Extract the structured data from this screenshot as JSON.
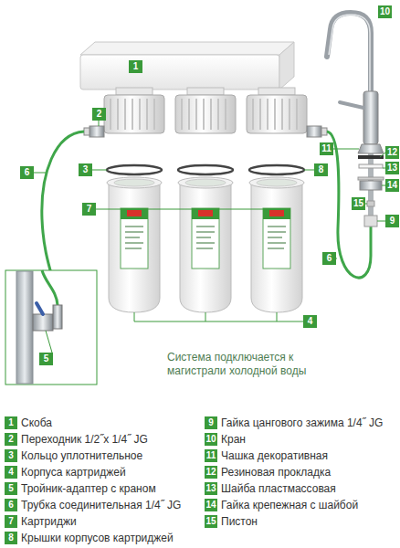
{
  "diagram": {
    "labels": [
      "1",
      "10",
      "2",
      "11",
      "12",
      "13",
      "3",
      "8",
      "6",
      "14",
      "15",
      "7",
      "9",
      "6",
      "4",
      "5",
      "Система подключается к магистрали холодной воды",
      "1",
      "Скоба",
      "2",
      "Переходник 1/2˝x 1/4˝ JG",
      "3",
      "Кольцо уплотнительное",
      "4",
      "Корпуса картриджей",
      "5",
      "Тройник-адаптер с краном",
      "6",
      "Трубка соединительная 1/4˝ JG",
      "7",
      "Картриджи",
      "8",
      "Крышки корпусов картриджей",
      "9",
      "Гайка цангового зажима 1/4˝ JG",
      "10",
      "Кран",
      "11",
      "Чашка декоративная",
      "12",
      "Резиновая прокладка",
      "13",
      "Шайба пластмассовая",
      "14",
      "Гайка крепежная с шайбой",
      "15",
      "Пистон"
    ]
  }
}
